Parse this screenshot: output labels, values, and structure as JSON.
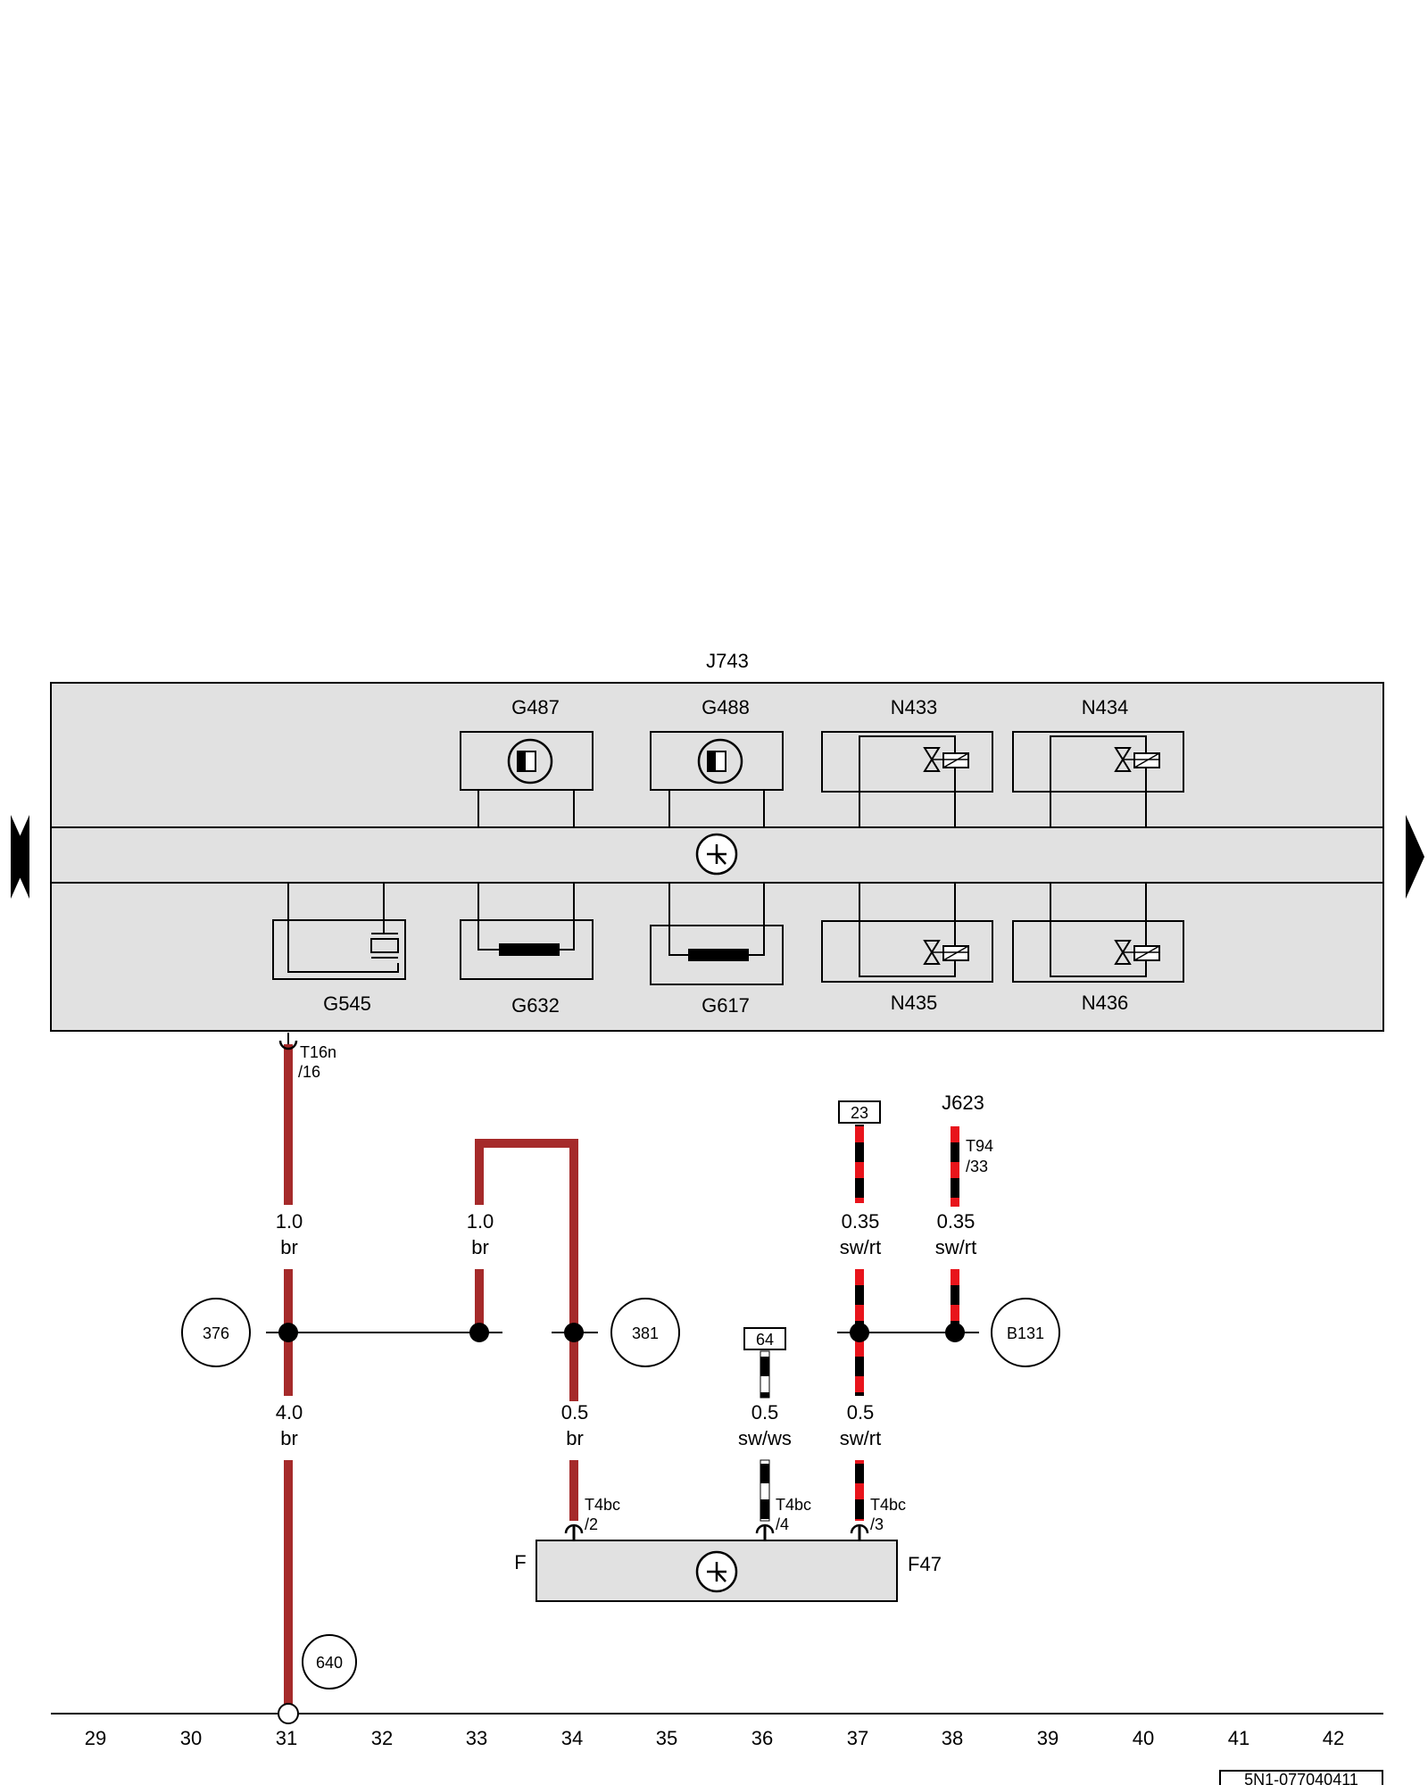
{
  "module": {
    "title": "J743",
    "top_components": [
      "G487",
      "G488",
      "N433",
      "N434"
    ],
    "bottom_components": [
      "G545",
      "G632",
      "G617",
      "N435",
      "N436"
    ]
  },
  "connectors": {
    "t16n": [
      "T16n",
      "/16"
    ],
    "t94": [
      "T94",
      "/33"
    ],
    "t4bc_2": [
      "T4bc",
      "/2"
    ],
    "t4bc_4": [
      "T4bc",
      "/4"
    ],
    "t4bc_3": [
      "T4bc",
      "/3"
    ]
  },
  "refs": {
    "j623": "J623",
    "box23": "23",
    "box64": "64",
    "c376": "376",
    "c381": "381",
    "cB131": "B131",
    "c640": "640"
  },
  "wires": {
    "w1_size": "1.0",
    "w1_color": "br",
    "w2_size": "1.0",
    "w2_color": "br",
    "w3_size": "0.35",
    "w3_color": "sw/rt",
    "w4_size": "0.35",
    "w4_color": "sw/rt",
    "w5_size": "4.0",
    "w5_color": "br",
    "w6_size": "0.5",
    "w6_color": "br",
    "w7_size": "0.5",
    "w7_color": "sw/ws",
    "w8_size": "0.5",
    "w8_color": "sw/rt"
  },
  "sensor": {
    "letter": "F",
    "name": "F47"
  },
  "grid": [
    "29",
    "30",
    "31",
    "32",
    "33",
    "34",
    "35",
    "36",
    "37",
    "38",
    "39",
    "40",
    "41",
    "42"
  ],
  "footer": "5N1-077040411",
  "colors": {
    "brown": "#a52a2a",
    "red": "#e8141b",
    "black": "#000000",
    "module_fill": "#e1e1e1"
  }
}
